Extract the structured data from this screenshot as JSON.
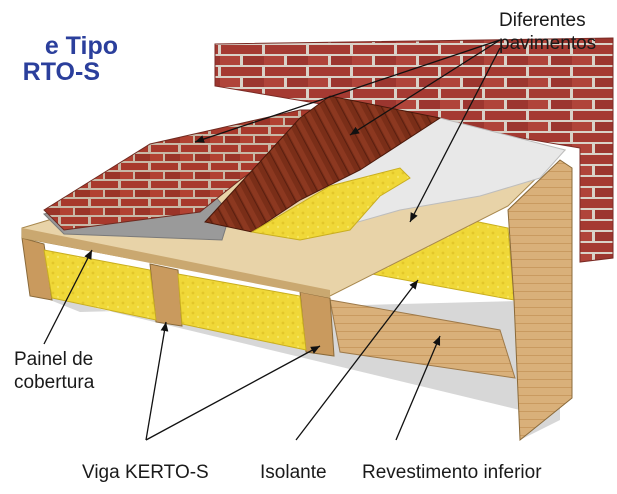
{
  "title": {
    "line1": "e Tipo",
    "line2": "RTO-S"
  },
  "labels": {
    "diferentes_line1": "Diferentes",
    "diferentes_line2": "pavimentos",
    "painel_line1": "Painel de",
    "painel_line2": "cobertura",
    "viga": "Viga KERTO-S",
    "isolante": "Isolante",
    "revestimento": "Revestimento inferior"
  },
  "colors": {
    "title": "#2b3f9c",
    "brick": "#a53a32",
    "mortar": "#d9d2c8",
    "tile": "#a8392c",
    "wood_floor": "#7a2e18",
    "grey_floor": "#9a9a9a",
    "insulation": "#f0d838",
    "timber": "#d9b07a",
    "membrane": "#e8e8e8"
  }
}
